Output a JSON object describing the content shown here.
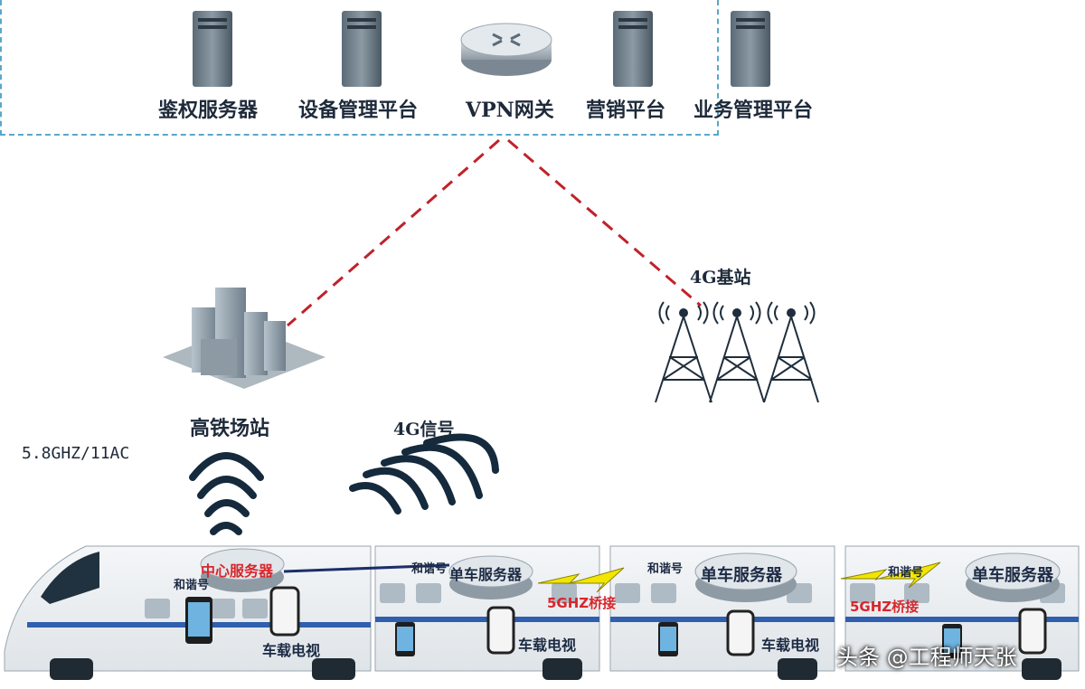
{
  "services": [
    {
      "label": "鉴权服务器",
      "icon": "server-icon"
    },
    {
      "label": "设备管理平台",
      "icon": "server-icon"
    },
    {
      "label": "VPN网关",
      "icon": "router-icon"
    },
    {
      "label": "营销平台",
      "icon": "server-icon"
    },
    {
      "label": "业务管理平台",
      "icon": "server-icon"
    }
  ],
  "labels": {
    "base_station": "4G基站",
    "station": "高铁场站",
    "signal": "4G信号",
    "wifi_standard": "5.8GHZ/11AC"
  },
  "train": {
    "center_server": "中心服务器",
    "car_server": "单车服务器",
    "bridge": "5GHZ桥接",
    "car_tv": "车载电视",
    "brand": "和谐号"
  },
  "watermark": "头条 @工程师天张",
  "colors": {
    "dashed_link": "#c0222a",
    "box_border": "#5aa7c9",
    "signal_wave": "#152a3c",
    "train_stripe": "#2f5fae",
    "bridge_bolt": "#f2e600"
  }
}
